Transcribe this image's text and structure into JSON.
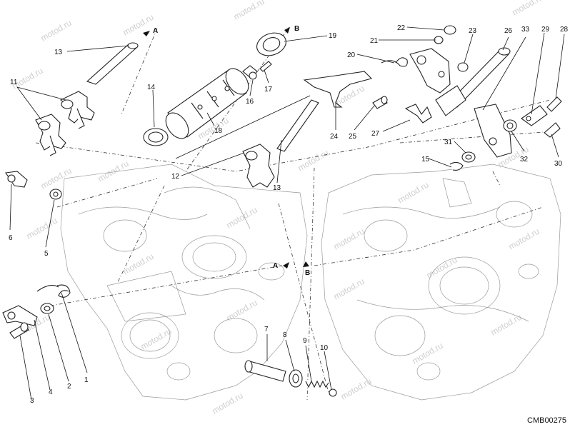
{
  "watermark": "motod.ru",
  "drawing_code": "CMB00275",
  "arrow_letters": {
    "a_top": "A",
    "b_top": "B",
    "a_mid": "A",
    "b_mid": "B"
  },
  "callouts": {
    "c1": "1",
    "c2": "2",
    "c3": "3",
    "c4": "4",
    "c5": "5",
    "c6": "6",
    "c7": "7",
    "c8": "8",
    "c9": "9",
    "c10": "10",
    "c11": "11",
    "c12": "12",
    "c13a": "13",
    "c13b": "13",
    "c14": "14",
    "c15": "15",
    "c16": "16",
    "c17": "17",
    "c18": "18",
    "c19": "19",
    "c20": "20",
    "c21": "21",
    "c22": "22",
    "c23": "23",
    "c24": "24",
    "c25": "25",
    "c26": "26",
    "c27": "27",
    "c28": "28",
    "c29": "29",
    "c30": "30",
    "c31": "31",
    "c32": "32",
    "c33": "33"
  }
}
